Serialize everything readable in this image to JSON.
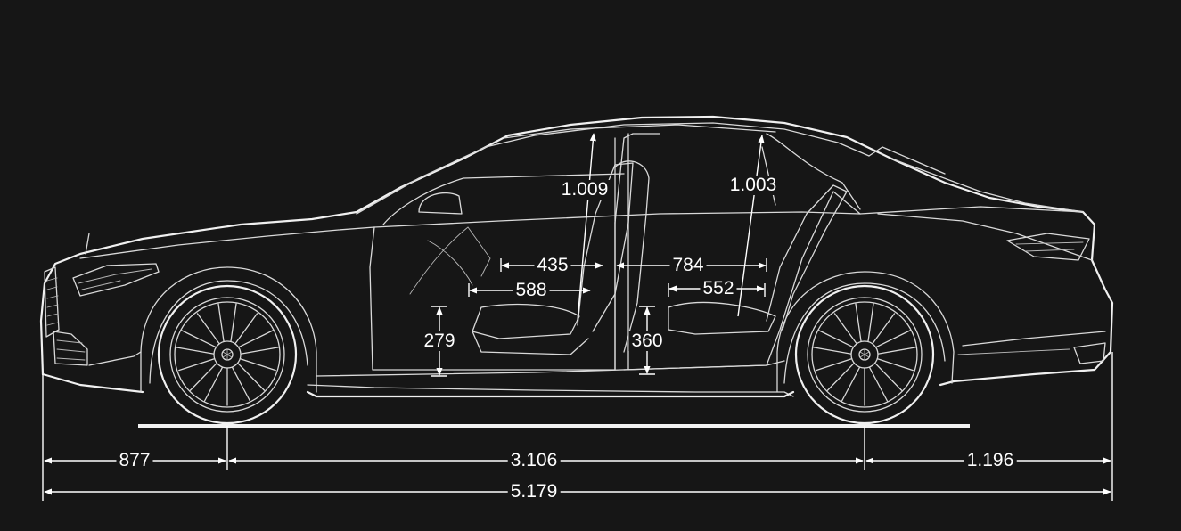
{
  "dimensions": {
    "front_overhang": "877",
    "wheelbase": "3.106",
    "rear_overhang": "1.196",
    "overall_length": "5.179",
    "front_headroom": "1.009",
    "rear_headroom": "1.003",
    "front_seat_depth_upper": "435",
    "front_seat_depth_lower": "588",
    "rear_legroom_upper": "784",
    "rear_seat_depth_lower": "552",
    "front_seat_height": "279",
    "rear_seat_height": "360"
  },
  "colors": {
    "background": "#161616",
    "lines": "#d9d9d9",
    "labels": "#ffffff"
  }
}
